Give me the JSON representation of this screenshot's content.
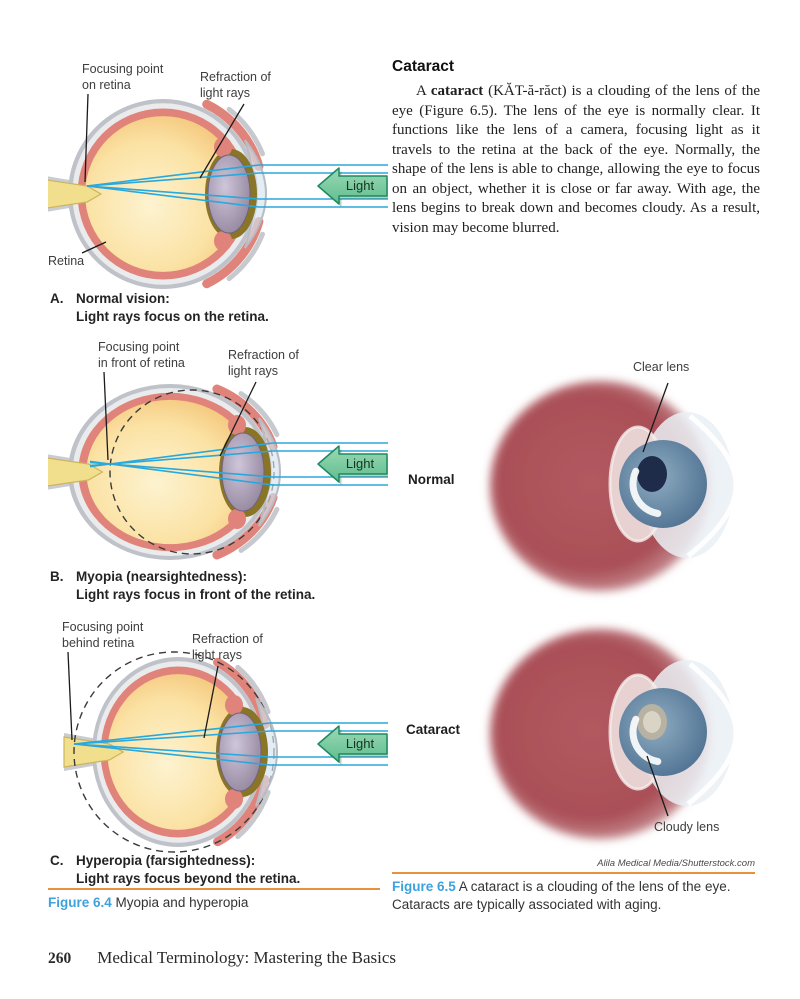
{
  "colors": {
    "accent_blue": "#3ea2dc",
    "orange_rule": "#e8913c",
    "ray_cyan": "#29a8dc",
    "arrow_green": "#5fbd8e",
    "arrow_border": "#1d8a5f",
    "choroid": "#e0837a",
    "sclera_gray": "#bfc3c9",
    "amber": "#f0b968",
    "nerve": "#f1df8e",
    "lens_purple": "#a194b2",
    "eyeball_red": "#b25960",
    "iris_blue": "#5f86a2",
    "pupil_navy": "#1e2c49",
    "cloudy_lens": "#b7b2a2",
    "text_dark": "#231f20"
  },
  "figure_6_4": {
    "diagrams": [
      {
        "letter": "A.",
        "title": "Normal vision:",
        "description": "Light rays focus on the retina.",
        "labels": {
          "focus": [
            "Focusing point",
            "on retina"
          ],
          "refraction": [
            "Refraction of",
            "light rays"
          ],
          "retina": "Retina",
          "light": "Light"
        }
      },
      {
        "letter": "B.",
        "title": "Myopia (nearsightedness):",
        "description": "Light rays focus in front of the retina.",
        "labels": {
          "focus": [
            "Focusing point",
            "in front of retina"
          ],
          "refraction": [
            "Refraction of",
            "light rays"
          ],
          "light": "Light"
        }
      },
      {
        "letter": "C.",
        "title": "Hyperopia (farsightedness):",
        "description": "Light rays focus beyond the retina.",
        "labels": {
          "focus": [
            "Focusing point",
            "behind retina"
          ],
          "refraction": [
            "Refraction of",
            "light rays"
          ],
          "light": "Light"
        }
      }
    ],
    "caption": {
      "tag": "Figure 6.4",
      "text": " Myopia and hyperopia"
    }
  },
  "article": {
    "heading": "Cataract",
    "para_lead": "A ",
    "para_bold": "cataract",
    "para_rest": " (KĂT-ă-răct) is a clouding of the lens of the eye (Figure 6.5). The lens of the eye is normally clear. It functions like the lens of a camera, focusing light as it travels to the retina at the back of the eye. Normally, the shape of the lens is able to change, allowing the eye to focus on an object, whether it is close or far away. With age, the lens begins to break down and becomes cloudy. As a result, vision may become blurred."
  },
  "figure_6_5": {
    "normal_label": "Normal",
    "cataract_label": "Cataract",
    "clear_lens_label": "Clear lens",
    "cloudy_lens_label": "Cloudy lens",
    "credit": "Alila Medical Media/Shutterstock.com",
    "caption": {
      "tag": "Figure 6.5",
      "text": " A cataract is a clouding of the lens of the eye. Cataracts are typically associated with aging."
    }
  },
  "page": {
    "footer": {
      "page_number": "260",
      "book_title": "Medical Terminology: Mastering the Basics"
    }
  }
}
